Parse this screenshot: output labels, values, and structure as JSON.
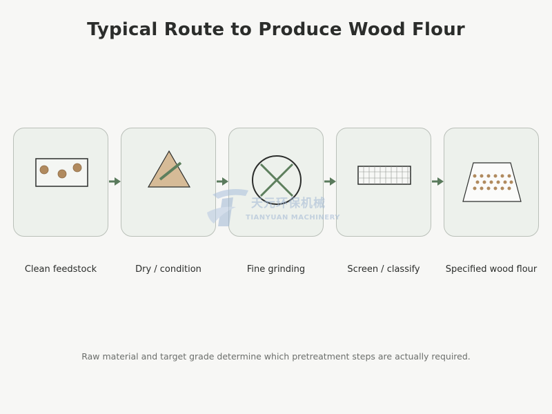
{
  "title": "Typical Route to Produce Wood Flour",
  "steps": [
    {
      "label": "Clean feedstock",
      "icon": "wood-chips-icon"
    },
    {
      "label": "Dry / condition",
      "icon": "dryer-icon"
    },
    {
      "label": "Fine grinding",
      "icon": "grinding-mill-icon"
    },
    {
      "label": "Screen / classify",
      "icon": "screen-mesh-icon"
    },
    {
      "label": "Specified wood flour",
      "icon": "flour-hopper-icon"
    }
  ],
  "caption": "Raw material and target grade determine which pretreatment steps are actually required.",
  "watermark": {
    "text_cn": "天元环保机械",
    "text_en": "TIANYUAN MACHINERY"
  },
  "colors": {
    "card_bg": "#edf1ec",
    "card_border": "#b9bfb8",
    "arrow": "#5a7a5c",
    "wood": "#b08a5e",
    "accent_green": "#5d7f5d"
  }
}
